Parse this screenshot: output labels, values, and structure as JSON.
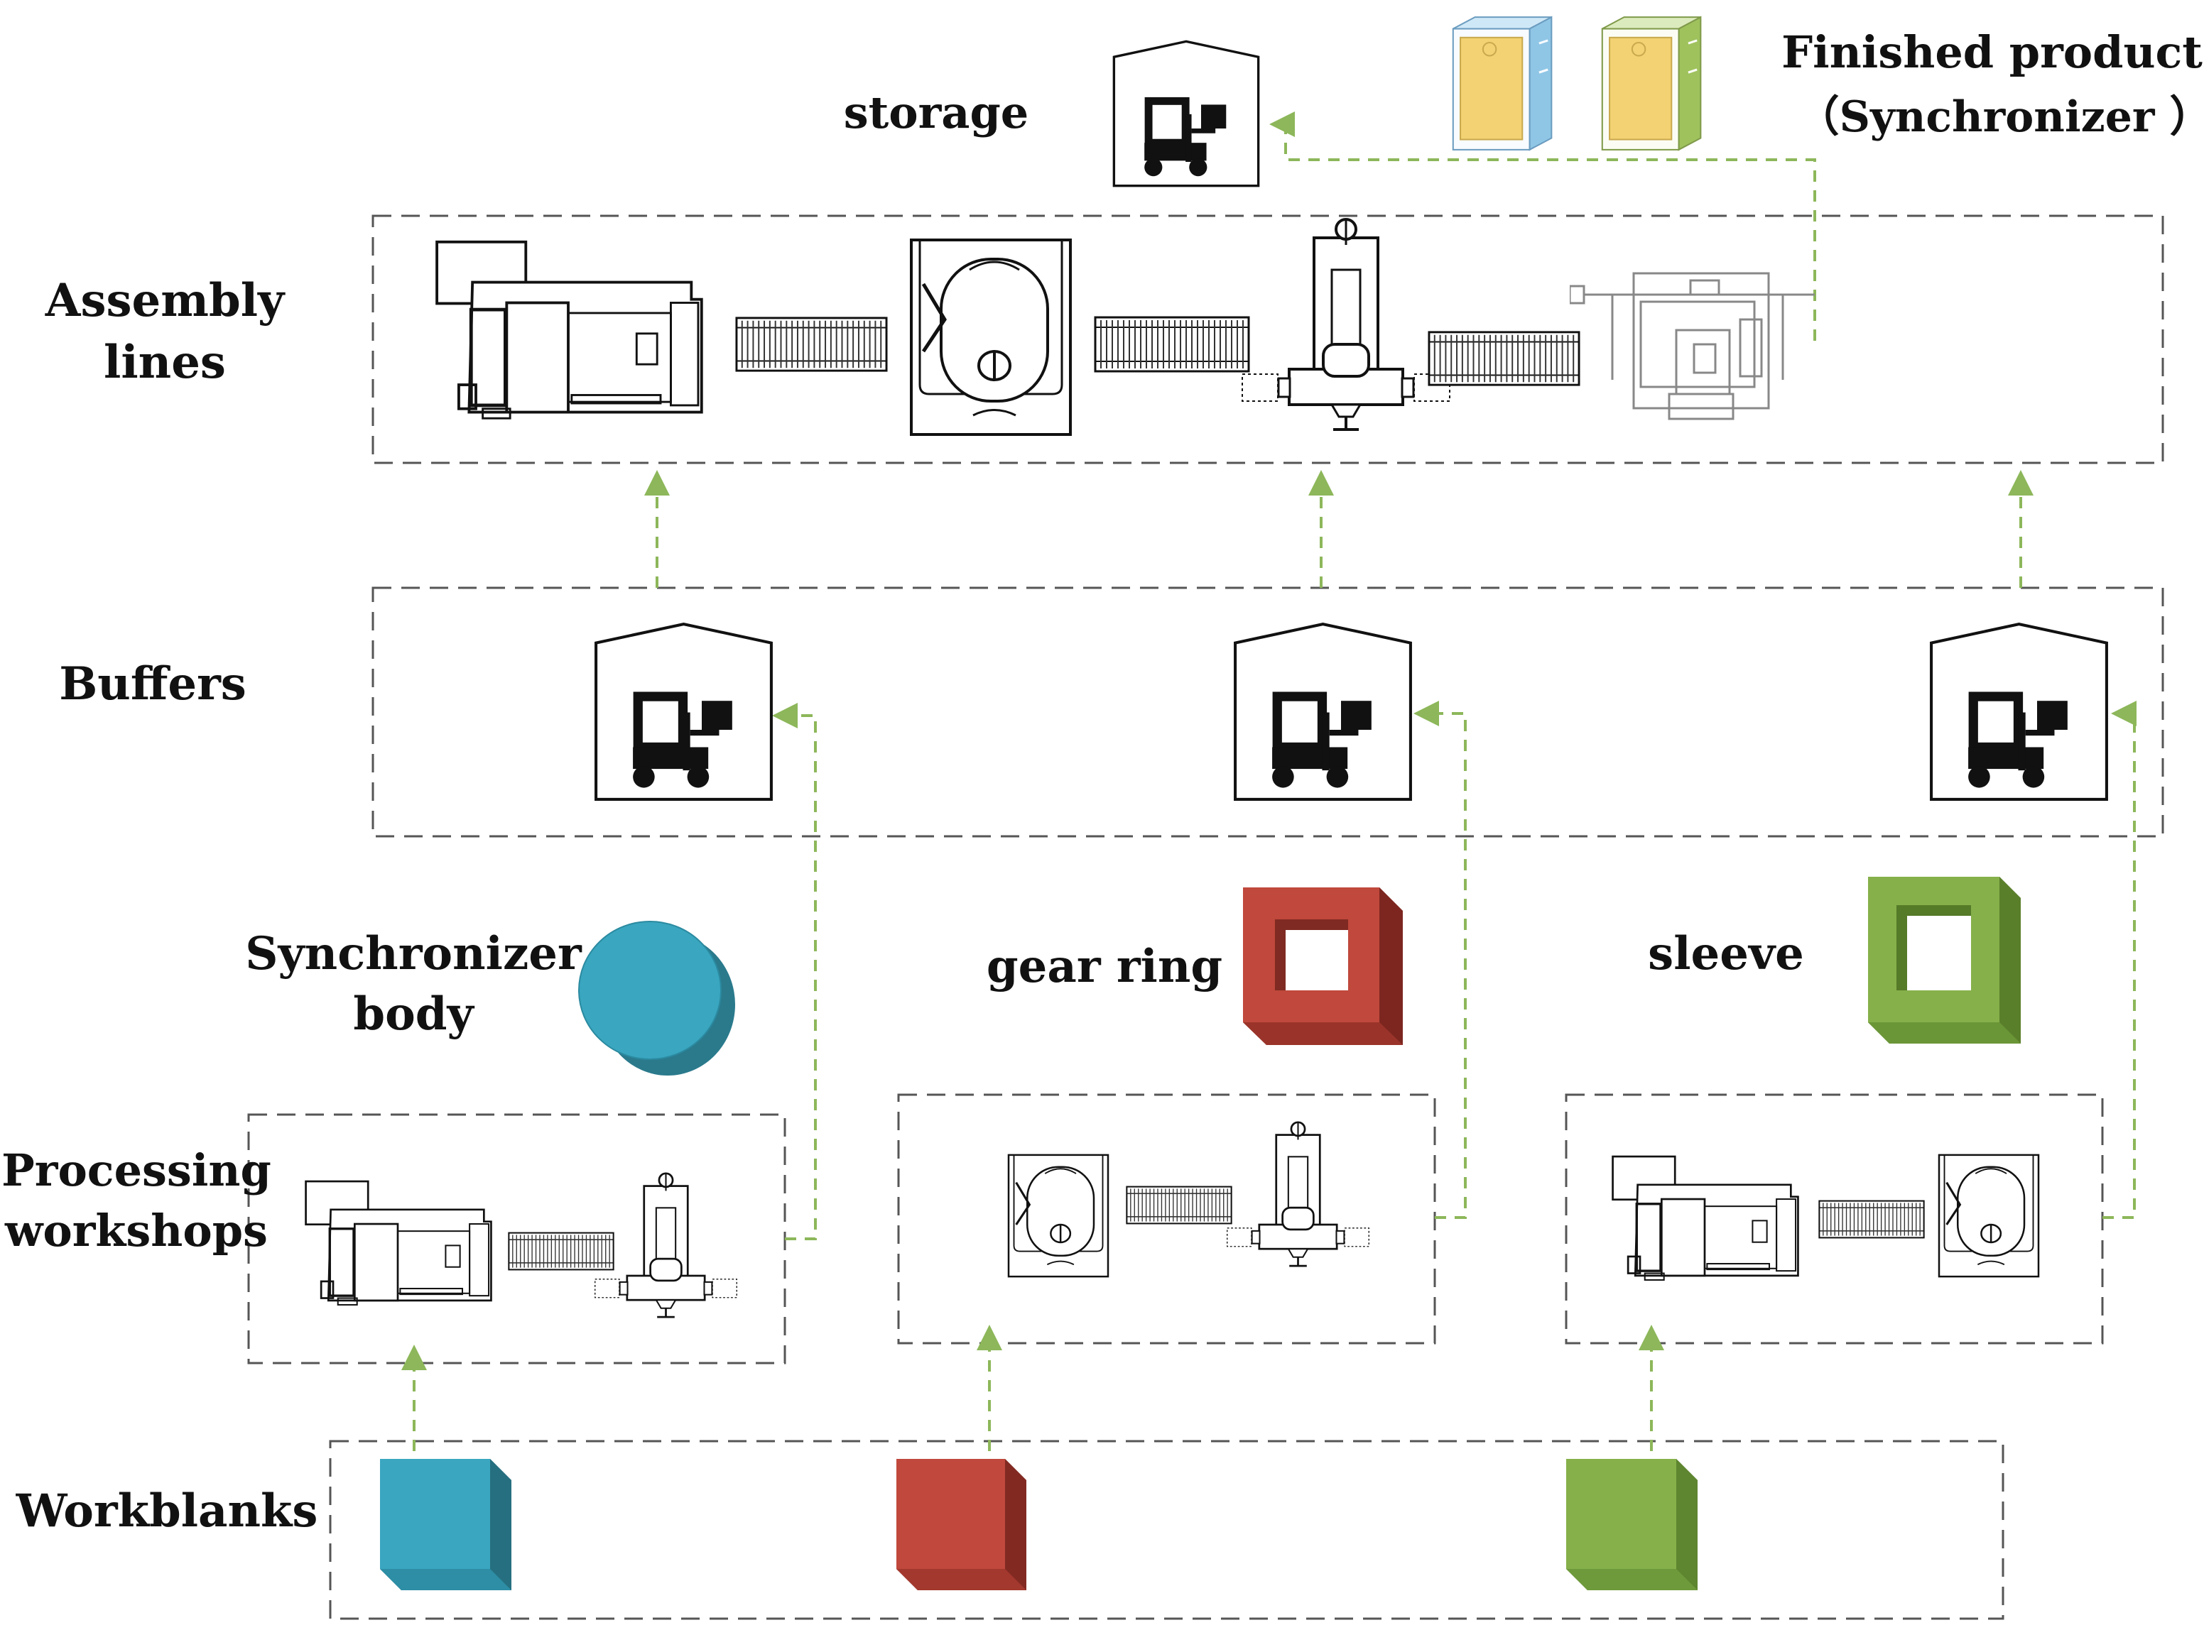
{
  "labels": {
    "storage": "storage",
    "finished_line1": "Finished products",
    "finished_line2": "（Synchronizer ）",
    "assembly_line1": "Assembly",
    "assembly_line2": "lines",
    "buffers": "Buffers",
    "synchronizer_line1": "Synchronizer",
    "synchronizer_line2": "body",
    "gear_ring": "gear ring",
    "sleeve": "sleeve",
    "processing_line1": "Processing",
    "processing_line2": "workshops",
    "workblanks": "Workblanks"
  },
  "icons": {
    "warehouse": "warehouse-forklift-icon",
    "machining_center": "machining-center-icon",
    "conveyor": "conveyor-icon",
    "turning_machine": "turning-machine-icon",
    "drill_press": "drill-press-icon",
    "press_fixture": "press-fixture-icon",
    "product_box": "product-box-icon",
    "part_cylinder": "cylinder-part-icon",
    "part_ring": "ring-part-icon",
    "part_cube": "cube-blank-icon"
  },
  "colors": {
    "flow_arrow": "#8db75a",
    "dash_border": "#555555",
    "blue_part": "#3aa6c0",
    "red_part": "#c0483c",
    "green_part": "#86b04a",
    "box_blue": "#8fc6e6",
    "box_green": "#9fc25d",
    "box_face": "#f2d272"
  }
}
